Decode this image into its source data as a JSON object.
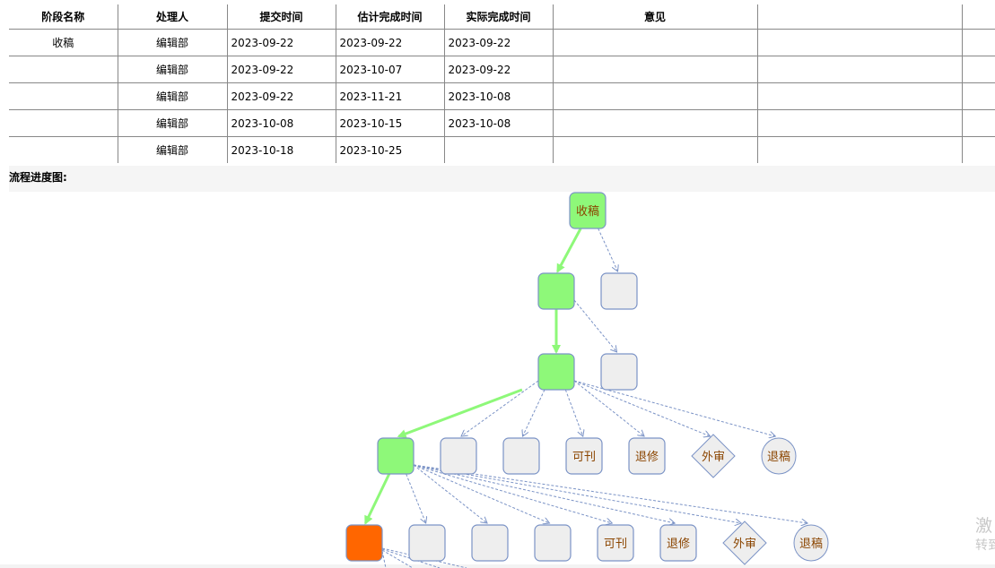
{
  "table": {
    "headers": [
      "阶段名称",
      "处理人",
      "提交时间",
      "估计完成时间",
      "实际完成时间",
      "意见",
      "",
      ""
    ],
    "rows": [
      [
        "收稿",
        "编辑部",
        "2023-09-22",
        "2023-09-22",
        "2023-09-22",
        "",
        "",
        ""
      ],
      [
        "",
        "编辑部",
        "2023-09-22",
        "2023-10-07",
        "2023-09-22",
        "",
        "",
        ""
      ],
      [
        "",
        "编辑部",
        "2023-09-22",
        "2023-11-21",
        "2023-10-08",
        "",
        "",
        ""
      ],
      [
        "",
        "编辑部",
        "2023-10-08",
        "2023-10-15",
        "2023-10-08",
        "",
        "",
        ""
      ],
      [
        "",
        "编辑部",
        "2023-10-18",
        "2023-10-25",
        "",
        "",
        "",
        ""
      ]
    ]
  },
  "section_label": "流程进度图:",
  "flow": {
    "colors": {
      "done": "#8ef879",
      "current": "#ff6600",
      "pending": "#eeeeee",
      "border": "#7b93c6",
      "label": "#8b4500"
    },
    "nodes": [
      {
        "id": "n0",
        "label": "收稿",
        "status": "done",
        "shape": "rect"
      },
      {
        "id": "n1a",
        "label": "",
        "status": "done",
        "shape": "rect"
      },
      {
        "id": "n1b",
        "label": "",
        "status": "pending",
        "shape": "rect"
      },
      {
        "id": "n2a",
        "label": "",
        "status": "done",
        "shape": "rect"
      },
      {
        "id": "n2b",
        "label": "",
        "status": "pending",
        "shape": "rect"
      },
      {
        "id": "n3a",
        "label": "",
        "status": "done",
        "shape": "rect"
      },
      {
        "id": "n3b",
        "label": "",
        "status": "pending",
        "shape": "rect"
      },
      {
        "id": "n3c",
        "label": "",
        "status": "pending",
        "shape": "rect"
      },
      {
        "id": "n3d",
        "label": "可刊",
        "status": "pending",
        "shape": "rect"
      },
      {
        "id": "n3e",
        "label": "退修",
        "status": "pending",
        "shape": "rect"
      },
      {
        "id": "n3f",
        "label": "外审",
        "status": "pending",
        "shape": "diamond"
      },
      {
        "id": "n3g",
        "label": "退稿",
        "status": "pending",
        "shape": "circle"
      },
      {
        "id": "n4a",
        "label": "",
        "status": "current",
        "shape": "rect"
      },
      {
        "id": "n4b",
        "label": "",
        "status": "pending",
        "shape": "rect"
      },
      {
        "id": "n4c",
        "label": "",
        "status": "pending",
        "shape": "rect"
      },
      {
        "id": "n4d",
        "label": "",
        "status": "pending",
        "shape": "rect"
      },
      {
        "id": "n4e",
        "label": "可刊",
        "status": "pending",
        "shape": "rect"
      },
      {
        "id": "n4f",
        "label": "退修",
        "status": "pending",
        "shape": "rect"
      },
      {
        "id": "n4g",
        "label": "外审",
        "status": "pending",
        "shape": "diamond"
      },
      {
        "id": "n4h",
        "label": "退稿",
        "status": "pending",
        "shape": "circle"
      }
    ],
    "edges": [
      [
        "n0",
        "n1a",
        "done"
      ],
      [
        "n0",
        "n1b",
        "option"
      ],
      [
        "n1a",
        "n2a",
        "done"
      ],
      [
        "n1a",
        "n2b",
        "option"
      ],
      [
        "n2a",
        "n3a",
        "done"
      ],
      [
        "n2a",
        "n3b",
        "option"
      ],
      [
        "n2a",
        "n3c",
        "option"
      ],
      [
        "n2a",
        "n3d",
        "option"
      ],
      [
        "n2a",
        "n3e",
        "option"
      ],
      [
        "n2a",
        "n3f",
        "option"
      ],
      [
        "n2a",
        "n3g",
        "option"
      ],
      [
        "n3a",
        "n4a",
        "done"
      ],
      [
        "n3a",
        "n4b",
        "option"
      ],
      [
        "n3a",
        "n4c",
        "option"
      ],
      [
        "n3a",
        "n4d",
        "option"
      ],
      [
        "n3a",
        "n4e",
        "option"
      ],
      [
        "n3a",
        "n4f",
        "option"
      ],
      [
        "n3a",
        "n4g",
        "option"
      ],
      [
        "n3a",
        "n4h",
        "option"
      ]
    ]
  },
  "watermark": {
    "line1": "激",
    "line2": "转到"
  }
}
